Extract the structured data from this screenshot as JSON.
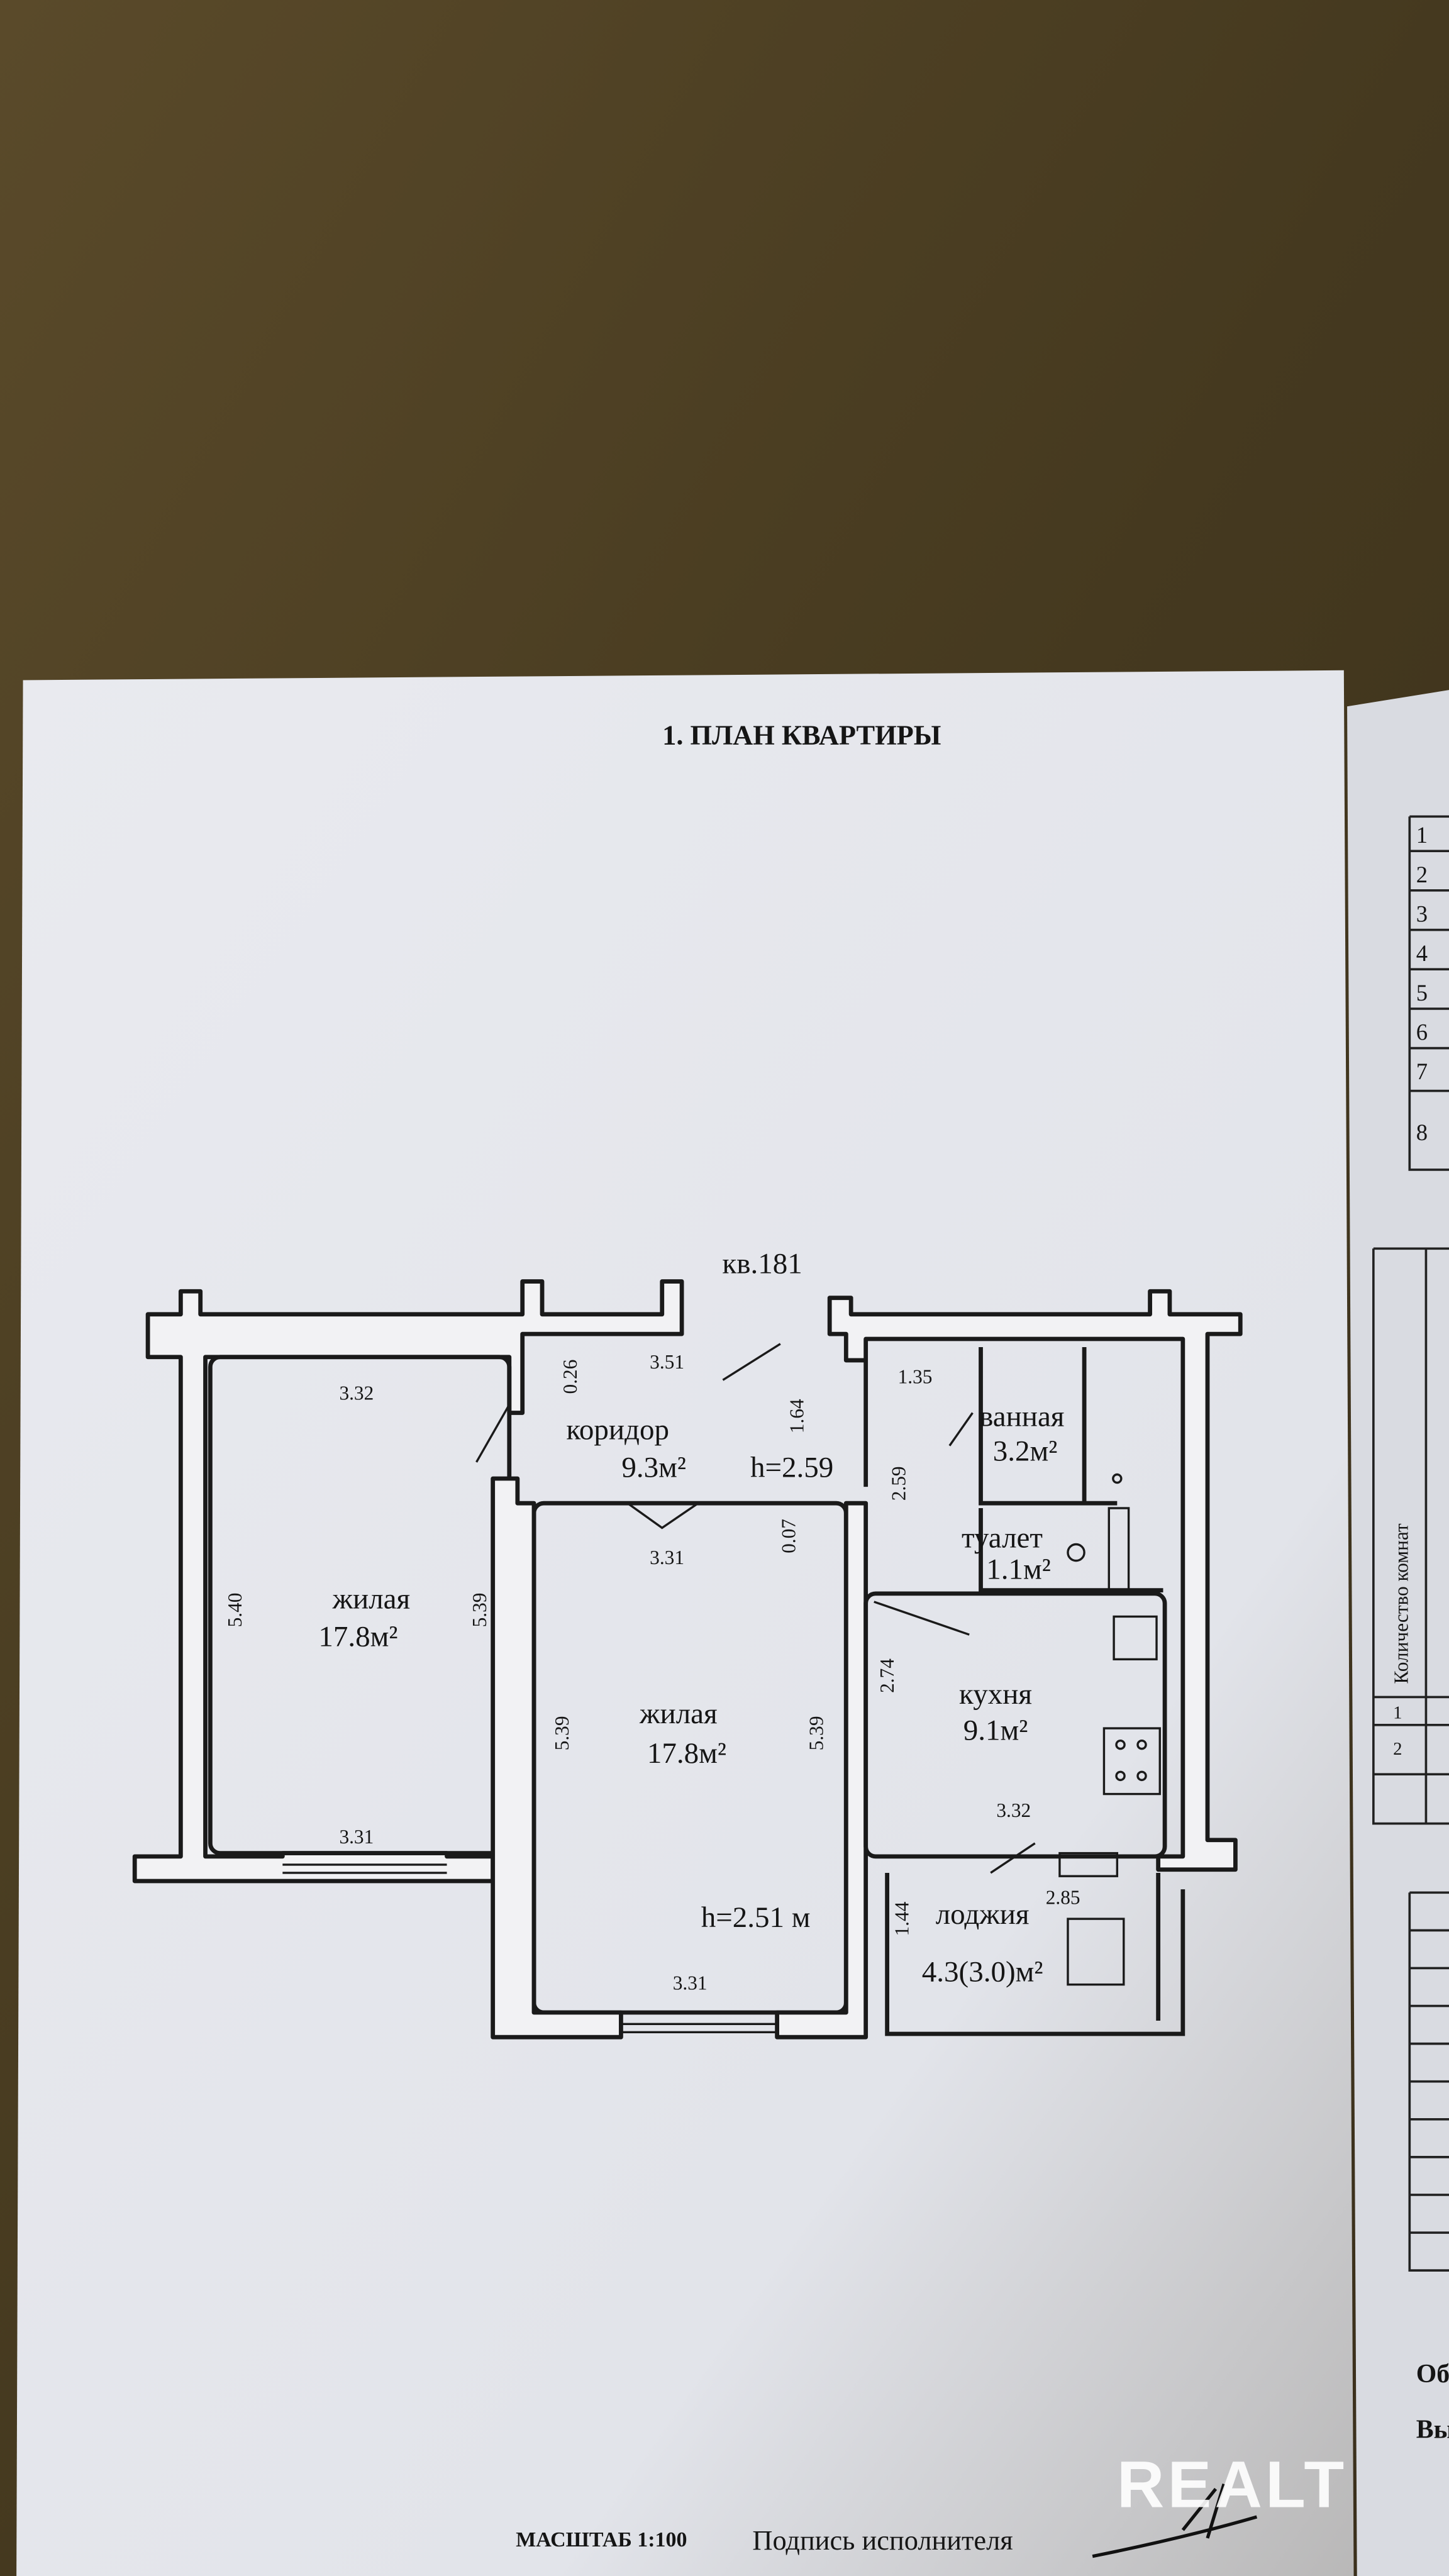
{
  "document": {
    "title": "1. ПЛАН КВАРТИРЫ",
    "apartment": "кв.181",
    "scale": "МАСШТАБ 1:100",
    "signature_label": "Подпись исполнителя",
    "watermark": "REALT"
  },
  "rooms": [
    {
      "name": "жилая",
      "area": "17.8м²"
    },
    {
      "name": "коридор",
      "area": "9.3м²"
    },
    {
      "name": "жилая",
      "area": "17.8м²"
    },
    {
      "name": "ванная",
      "area": "3.2м²"
    },
    {
      "name": "туалет",
      "area": "1.1м²"
    },
    {
      "name": "кухня",
      "area": "9.1м²"
    },
    {
      "name": "лоджия",
      "area": "4.3(3.0)м²"
    }
  ],
  "heights": {
    "corridor": "h=2.59",
    "room": "h=2.51 м"
  },
  "dims": [
    "3.32",
    "3.51",
    "0.26",
    "1.64",
    "1.35",
    "2.59",
    "3.31",
    "0.07",
    "5.40",
    "5.39",
    "5.39",
    "5.39",
    "2.74",
    "3.32",
    "3.31",
    "2.85",
    "1.44",
    "3.31"
  ],
  "right_page": {
    "row_numbers": [
      "1",
      "2",
      "3",
      "4",
      "5",
      "6",
      "7",
      "8"
    ],
    "rooms_count_header": "Количество комнат",
    "table2_rows": [
      "1",
      "2"
    ],
    "text_1": "Об",
    "text_2": "Вы"
  },
  "colors": {
    "background": "#4a3f25",
    "paper": "#e4e6ec",
    "ink": "#1a1a1a"
  }
}
